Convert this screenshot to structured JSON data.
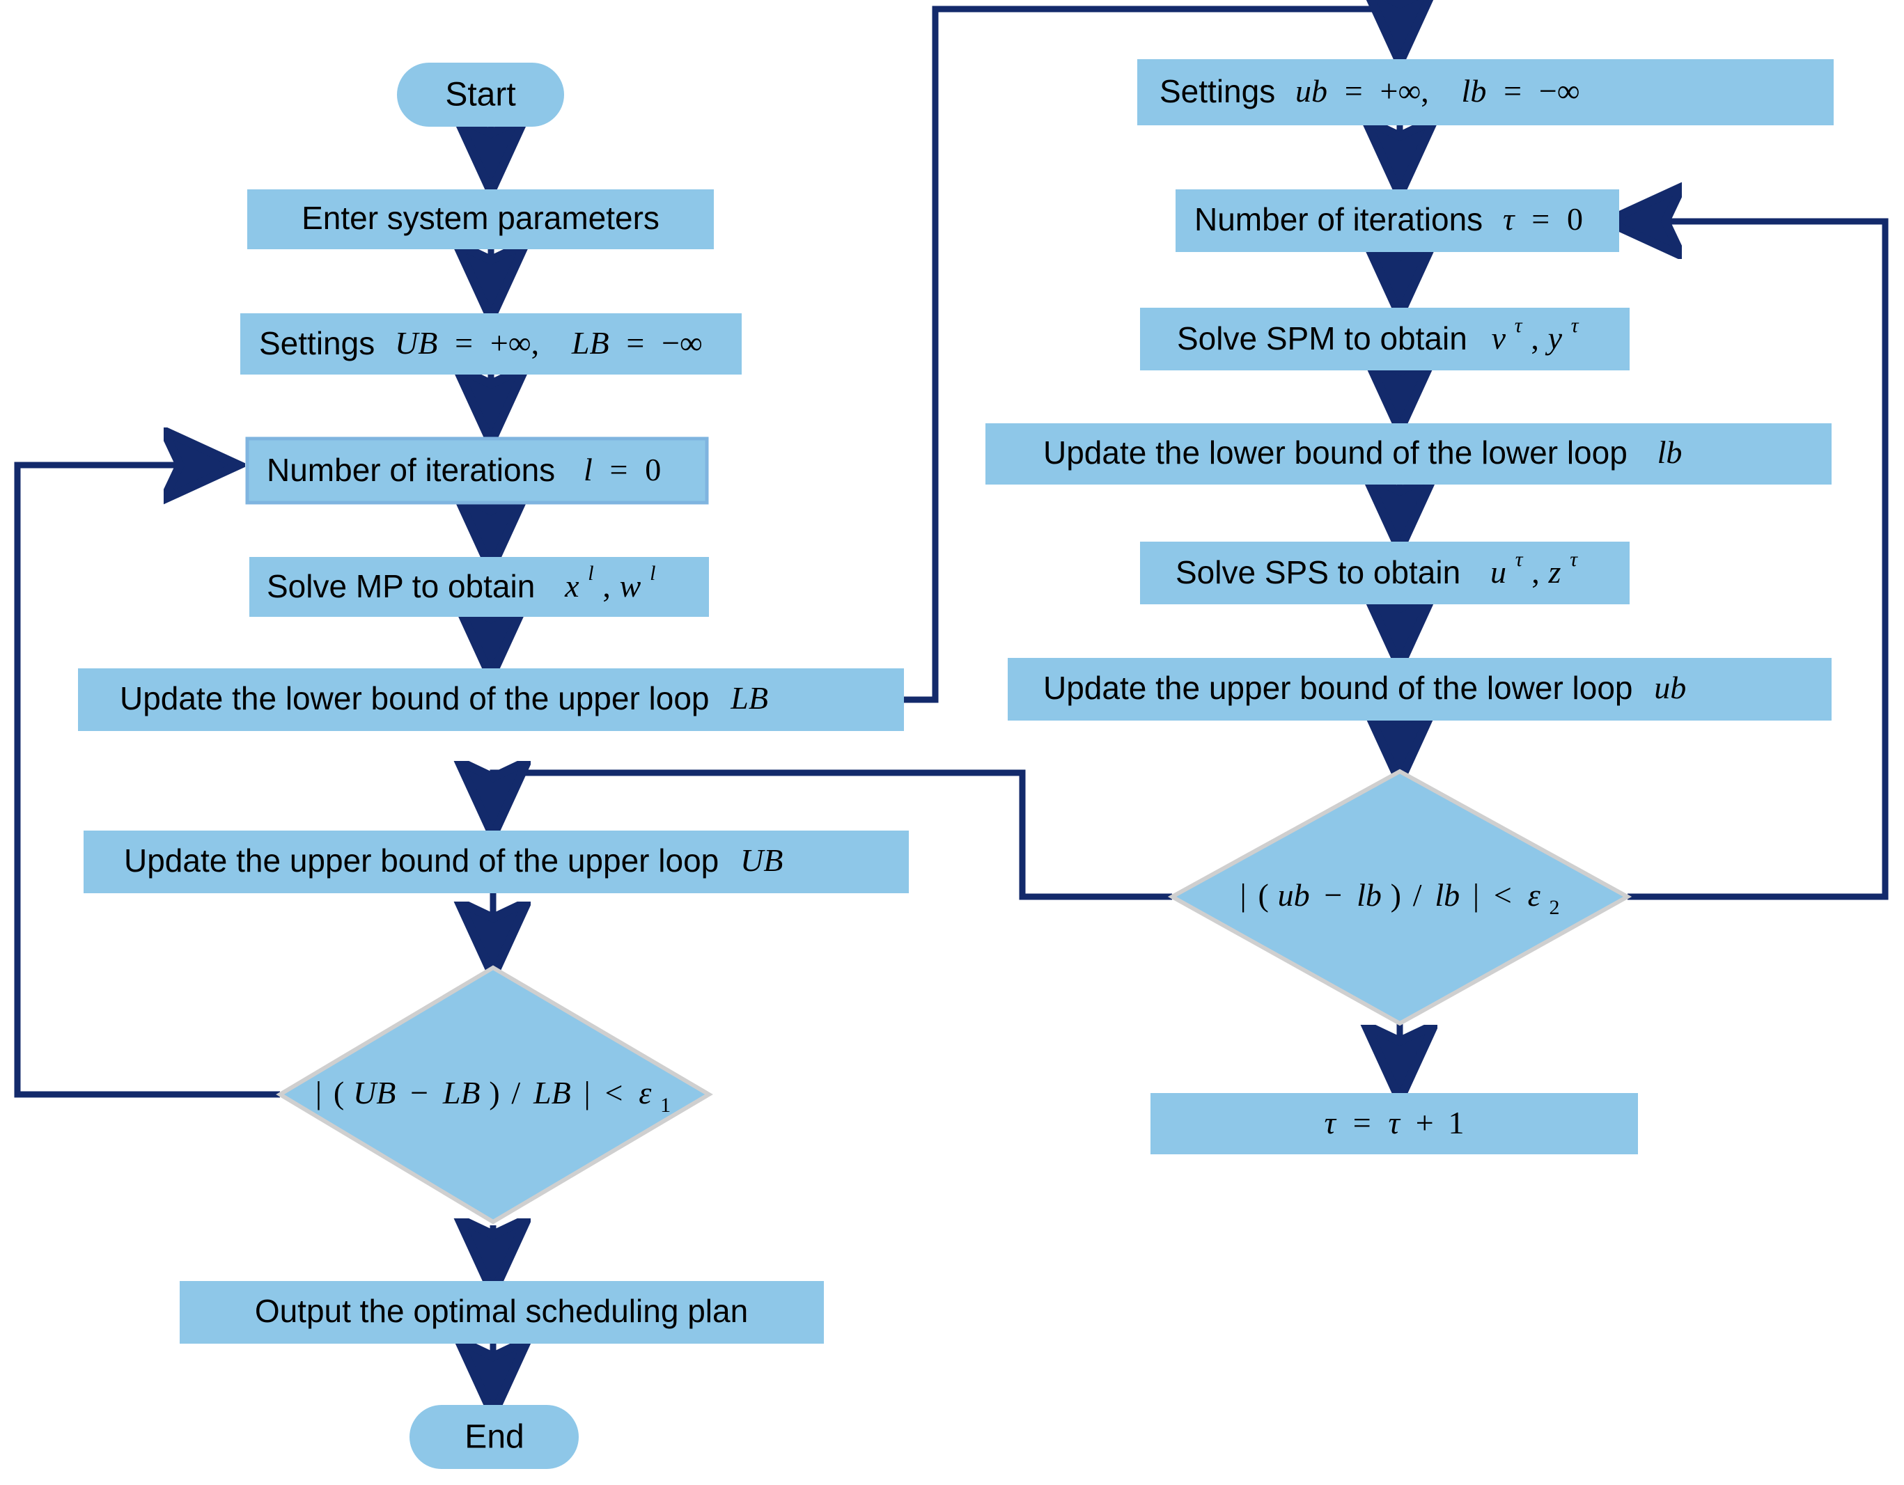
{
  "diagram": {
    "type": "flowchart",
    "title": "Nested Benders decomposition scheduling flowchart",
    "colors": {
      "node_fill": "#8EC7E8",
      "node_border": "#C8C8C8",
      "connector": "#132A6B",
      "text": "#000000",
      "background": "#FFFFFF"
    }
  },
  "nodes": {
    "start": {
      "id": "start",
      "shape": "terminator",
      "label": "Start"
    },
    "enter_params": {
      "id": "enter_params",
      "shape": "process",
      "label": "Enter system parameters"
    },
    "settings_upper": {
      "id": "settings_upper",
      "shape": "process",
      "label": "Settings UB = +∞,  LB = −∞",
      "text": "Settings",
      "expr_1": "UB",
      "eq_1": "=",
      "val_1": "+∞,",
      "expr_2": "LB",
      "eq_2": "=",
      "val_2": "−∞"
    },
    "iter_upper": {
      "id": "iter_upper",
      "shape": "process",
      "label": "Number of iterations  l = 0",
      "text": "Number of iterations",
      "var": "l",
      "eq": "=",
      "val": "0"
    },
    "solve_mp": {
      "id": "solve_mp",
      "shape": "process",
      "label": "Solve MP to obtain  xˡ, wˡ",
      "text": "Solve MP to obtain",
      "var1": "x",
      "sup1": "l",
      "comma": ",",
      "var2": "w",
      "sup2": "l"
    },
    "update_lb_upper": {
      "id": "update_lb_upper",
      "shape": "process",
      "label": "Update the lower bound of the upper loop LB",
      "text": "Update the lower bound of the upper loop",
      "var": "LB"
    },
    "update_ub_upper": {
      "id": "update_ub_upper",
      "shape": "process",
      "label": "Update the upper bound of the upper loop UB",
      "text": "Update the upper bound of the upper loop",
      "var": "UB"
    },
    "decision_upper": {
      "id": "decision_upper",
      "shape": "decision",
      "label": "| (UB − LB) / LB | < ε₁",
      "bar1": "|",
      "open": "(",
      "a": "UB",
      "minus": "−",
      "b": "LB",
      "close": ")",
      "slash": "/",
      "c": "LB",
      "bar2": "|",
      "lt": "<",
      "eps": "ε",
      "sub": "1"
    },
    "output_plan": {
      "id": "output_plan",
      "shape": "process",
      "label": "Output the optimal scheduling plan"
    },
    "end": {
      "id": "end",
      "shape": "terminator",
      "label": "End"
    },
    "settings_lower": {
      "id": "settings_lower",
      "shape": "process",
      "label": "Settings ub = +∞,  lb = −∞",
      "text": "Settings",
      "expr_1": "ub",
      "eq_1": "=",
      "val_1": "+∞,",
      "expr_2": "lb",
      "eq_2": "=",
      "val_2": "−∞"
    },
    "iter_lower": {
      "id": "iter_lower",
      "shape": "process",
      "label": "Number of iterations τ = 0",
      "text": "Number of iterations",
      "var": "τ",
      "eq": "=",
      "val": "0"
    },
    "solve_spm": {
      "id": "solve_spm",
      "shape": "process",
      "label": "Solve SPM to obtain vᵗ, yᵗ",
      "text": "Solve SPM to obtain",
      "var1": "v",
      "sup1": "τ",
      "comma": ",",
      "var2": "y",
      "sup2": "τ"
    },
    "update_lb_lower": {
      "id": "update_lb_lower",
      "shape": "process",
      "label": "Update the lower bound of the lower loop  lb",
      "text": "Update the lower bound of the lower loop",
      "var": "lb"
    },
    "solve_sps": {
      "id": "solve_sps",
      "shape": "process",
      "label": "Solve SPS to obtain  uᵗ, zᵗ",
      "text": "Solve SPS to obtain",
      "var1": "u",
      "sup1": "τ",
      "comma": ",",
      "var2": "z",
      "sup2": "τ"
    },
    "update_ub_lower": {
      "id": "update_ub_lower",
      "shape": "process",
      "label": "Update the upper bound of the lower loop ub",
      "text": "Update the upper bound of the lower loop",
      "var": "ub"
    },
    "decision_lower": {
      "id": "decision_lower",
      "shape": "decision",
      "label": "| (ub − lb) / lb | < ε₂",
      "bar1": "|",
      "open": "(",
      "a": "ub",
      "minus": "−",
      "b": "lb",
      "close": ")",
      "slash": "/",
      "c": "lb",
      "bar2": "|",
      "lt": "<",
      "eps": "ε",
      "sub": "2"
    },
    "tau_increment": {
      "id": "tau_increment",
      "shape": "process",
      "label": "τ = τ + 1",
      "var1": "τ",
      "eq": "=",
      "var2": "τ",
      "plus": "+",
      "one": "1"
    }
  },
  "edges": [
    {
      "from": "start",
      "to": "enter_params",
      "kind": "straight"
    },
    {
      "from": "enter_params",
      "to": "settings_upper",
      "kind": "straight"
    },
    {
      "from": "settings_upper",
      "to": "iter_upper",
      "kind": "straight"
    },
    {
      "from": "iter_upper",
      "to": "solve_mp",
      "kind": "straight"
    },
    {
      "from": "solve_mp",
      "to": "update_lb_upper",
      "kind": "straight"
    },
    {
      "from": "update_lb_upper",
      "to": "settings_lower",
      "kind": "routed"
    },
    {
      "from": "settings_lower",
      "to": "iter_lower",
      "kind": "straight"
    },
    {
      "from": "iter_lower",
      "to": "solve_spm",
      "kind": "straight"
    },
    {
      "from": "solve_spm",
      "to": "update_lb_lower",
      "kind": "straight"
    },
    {
      "from": "update_lb_lower",
      "to": "solve_sps",
      "kind": "straight"
    },
    {
      "from": "solve_sps",
      "to": "update_ub_lower",
      "kind": "straight"
    },
    {
      "from": "update_ub_lower",
      "to": "decision_lower",
      "kind": "straight"
    },
    {
      "from": "decision_lower",
      "to": "tau_increment",
      "kind": "straight"
    },
    {
      "from": "decision_lower",
      "to": "iter_lower",
      "kind": "routed-right"
    },
    {
      "from": "decision_lower",
      "to": "update_ub_upper",
      "kind": "routed-left"
    },
    {
      "from": "update_ub_upper",
      "to": "decision_upper",
      "kind": "straight"
    },
    {
      "from": "decision_upper",
      "to": "output_plan",
      "kind": "straight"
    },
    {
      "from": "decision_upper",
      "to": "iter_upper",
      "kind": "routed-left"
    },
    {
      "from": "output_plan",
      "to": "end",
      "kind": "straight"
    }
  ]
}
